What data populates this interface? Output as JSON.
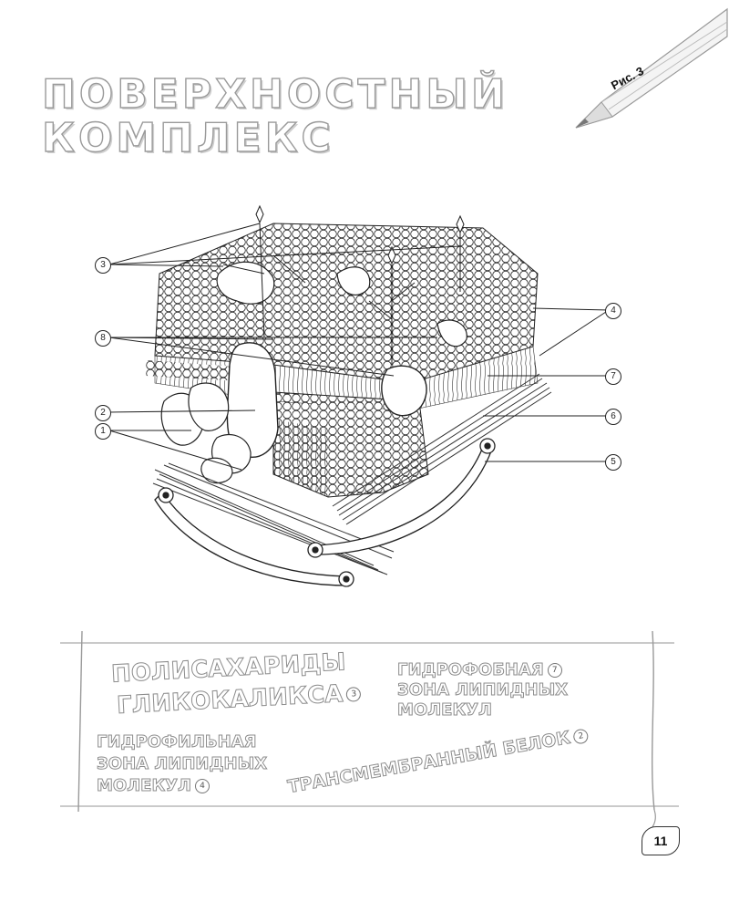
{
  "header": {
    "title_line1": "ПОВЕРХНОСТНЫЙ",
    "title_line2": "КОМПЛЕКС",
    "figure_label": "Рис. 3"
  },
  "callouts": [
    {
      "id": "c3",
      "label": "3"
    },
    {
      "id": "c8",
      "label": "8"
    },
    {
      "id": "c2",
      "label": "2"
    },
    {
      "id": "c1",
      "label": "1"
    },
    {
      "id": "c4",
      "label": "4"
    },
    {
      "id": "c7",
      "label": "7"
    },
    {
      "id": "c6",
      "label": "6"
    },
    {
      "id": "c5",
      "label": "5"
    }
  ],
  "legend": {
    "polysaccharides_line1": "ПОЛИСАХАРИДЫ",
    "polysaccharides_line2": "ГЛИКОКАЛИКСА",
    "polysaccharides_num": "3",
    "hydrophobic_line1": "ГИДРОФОБНАЯ",
    "hydrophobic_num": "7",
    "hydrophobic_line2": "ЗОНА ЛИПИДНЫХ",
    "hydrophobic_line3": "МОЛЕКУЛ",
    "hydrophilic_line1": "ГИДРОФИЛЬНАЯ",
    "hydrophilic_line2": "ЗОНА ЛИПИДНЫХ",
    "hydrophilic_line3": "МОЛЕКУЛ",
    "hydrophilic_num": "4",
    "transmembrane": "ТРАНСМЕМБРАННЫЙ БЕЛОК",
    "transmembrane_num": "2"
  },
  "page": {
    "number": "11"
  }
}
